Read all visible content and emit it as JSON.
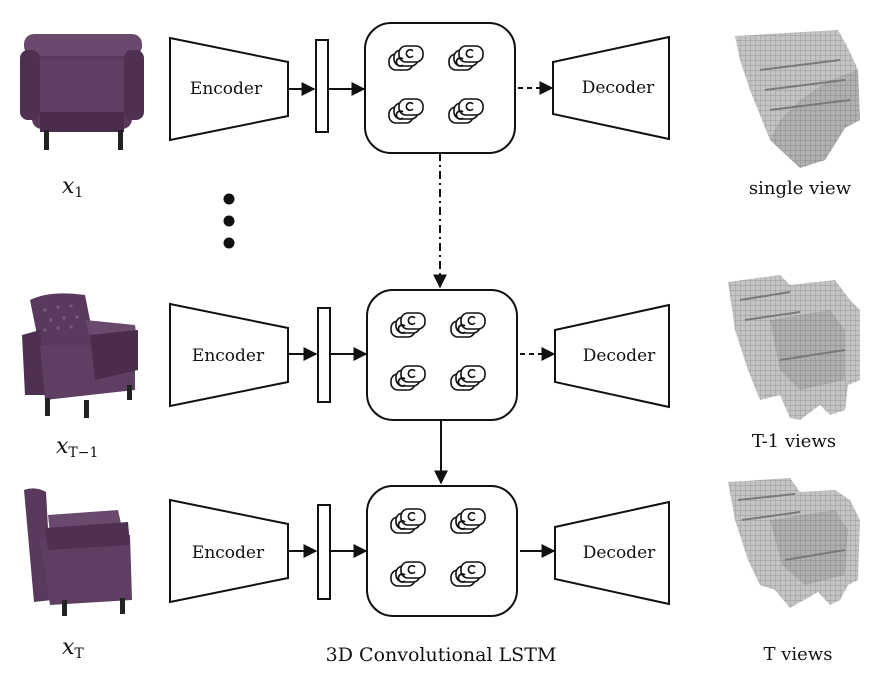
{
  "rows": [
    {
      "input_var": "x",
      "input_sub": "1",
      "encoder": "Encoder",
      "decoder": "Decoder",
      "output_caption": "single view"
    },
    {
      "input_var": "x",
      "input_sub": "T−1",
      "encoder": "Encoder",
      "decoder": "Decoder",
      "output_caption": "T-1 views"
    },
    {
      "input_var": "x",
      "input_sub": "T",
      "encoder": "Encoder",
      "decoder": "Decoder",
      "output_caption": "T views"
    }
  ],
  "lstm_caption": "3D Convolutional LSTM",
  "colors": {
    "chair": "#5a3a5c",
    "chair_dark": "#3e2540",
    "chair_highlight": "#7a5a7c",
    "voxel": "#bdbdbd",
    "voxel_dark": "#8e8e8e",
    "stroke": "#111111"
  },
  "icons": {
    "input_image": "purple-armchair-photo",
    "output_image": "voxel-chair-reconstruction",
    "lstm_cell": "lstm-cell-stack-icon"
  }
}
